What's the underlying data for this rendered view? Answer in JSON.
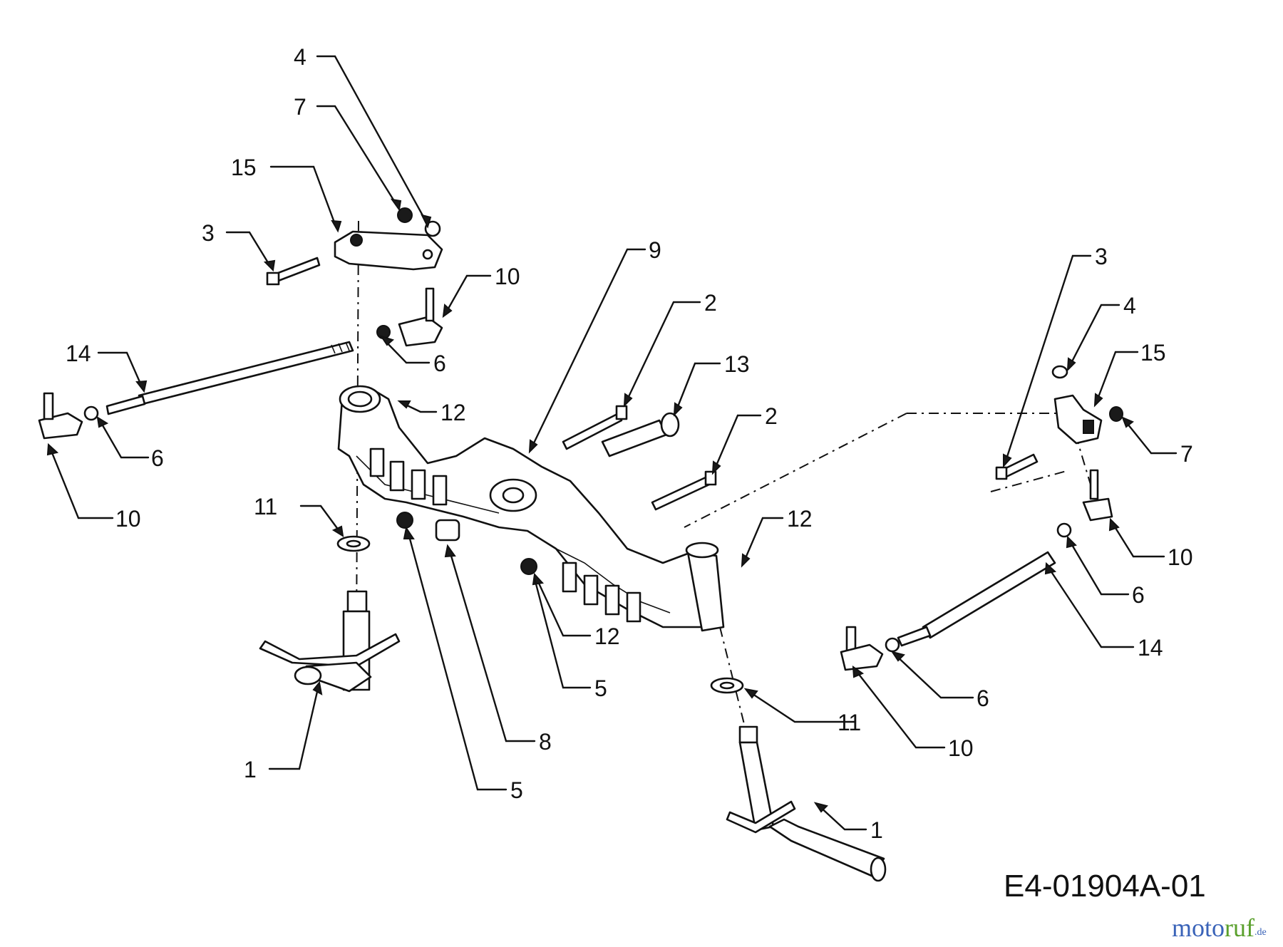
{
  "drawing_code": "E4-01904A-01",
  "watermark": {
    "part1": "moto",
    "part2": "ruf",
    "suffix": ".de",
    "color1": "#3a63b8",
    "color2": "#5aa02c"
  },
  "callouts": [
    {
      "id": "c-4-top",
      "label": "4"
    },
    {
      "id": "c-7-top",
      "label": "7"
    },
    {
      "id": "c-15-top",
      "label": "15"
    },
    {
      "id": "c-3-left",
      "label": "3"
    },
    {
      "id": "c-10-top",
      "label": "10"
    },
    {
      "id": "c-6-left-upper",
      "label": "6"
    },
    {
      "id": "c-14-left",
      "label": "14"
    },
    {
      "id": "c-6-left-lower",
      "label": "6"
    },
    {
      "id": "c-10-left",
      "label": "10"
    },
    {
      "id": "c-12-left",
      "label": "12"
    },
    {
      "id": "c-9",
      "label": "9"
    },
    {
      "id": "c-2-upper",
      "label": "2"
    },
    {
      "id": "c-13",
      "label": "13"
    },
    {
      "id": "c-2-lower",
      "label": "2"
    },
    {
      "id": "c-11-left",
      "label": "11"
    },
    {
      "id": "c-12-mid",
      "label": "12"
    },
    {
      "id": "c-12-lower",
      "label": "12"
    },
    {
      "id": "c-5-mid",
      "label": "5"
    },
    {
      "id": "c-8",
      "label": "8"
    },
    {
      "id": "c-5-bottom",
      "label": "5"
    },
    {
      "id": "c-1-left",
      "label": "1"
    },
    {
      "id": "c-11-right",
      "label": "11"
    },
    {
      "id": "c-1-right",
      "label": "1"
    },
    {
      "id": "c-3-right",
      "label": "3"
    },
    {
      "id": "c-4-right",
      "label": "4"
    },
    {
      "id": "c-15-right",
      "label": "15"
    },
    {
      "id": "c-7-right",
      "label": "7"
    },
    {
      "id": "c-10-right-upper",
      "label": "10"
    },
    {
      "id": "c-6-right-upper",
      "label": "6"
    },
    {
      "id": "c-14-right",
      "label": "14"
    },
    {
      "id": "c-6-right-lower",
      "label": "6"
    },
    {
      "id": "c-10-right-lower",
      "label": "10"
    }
  ]
}
